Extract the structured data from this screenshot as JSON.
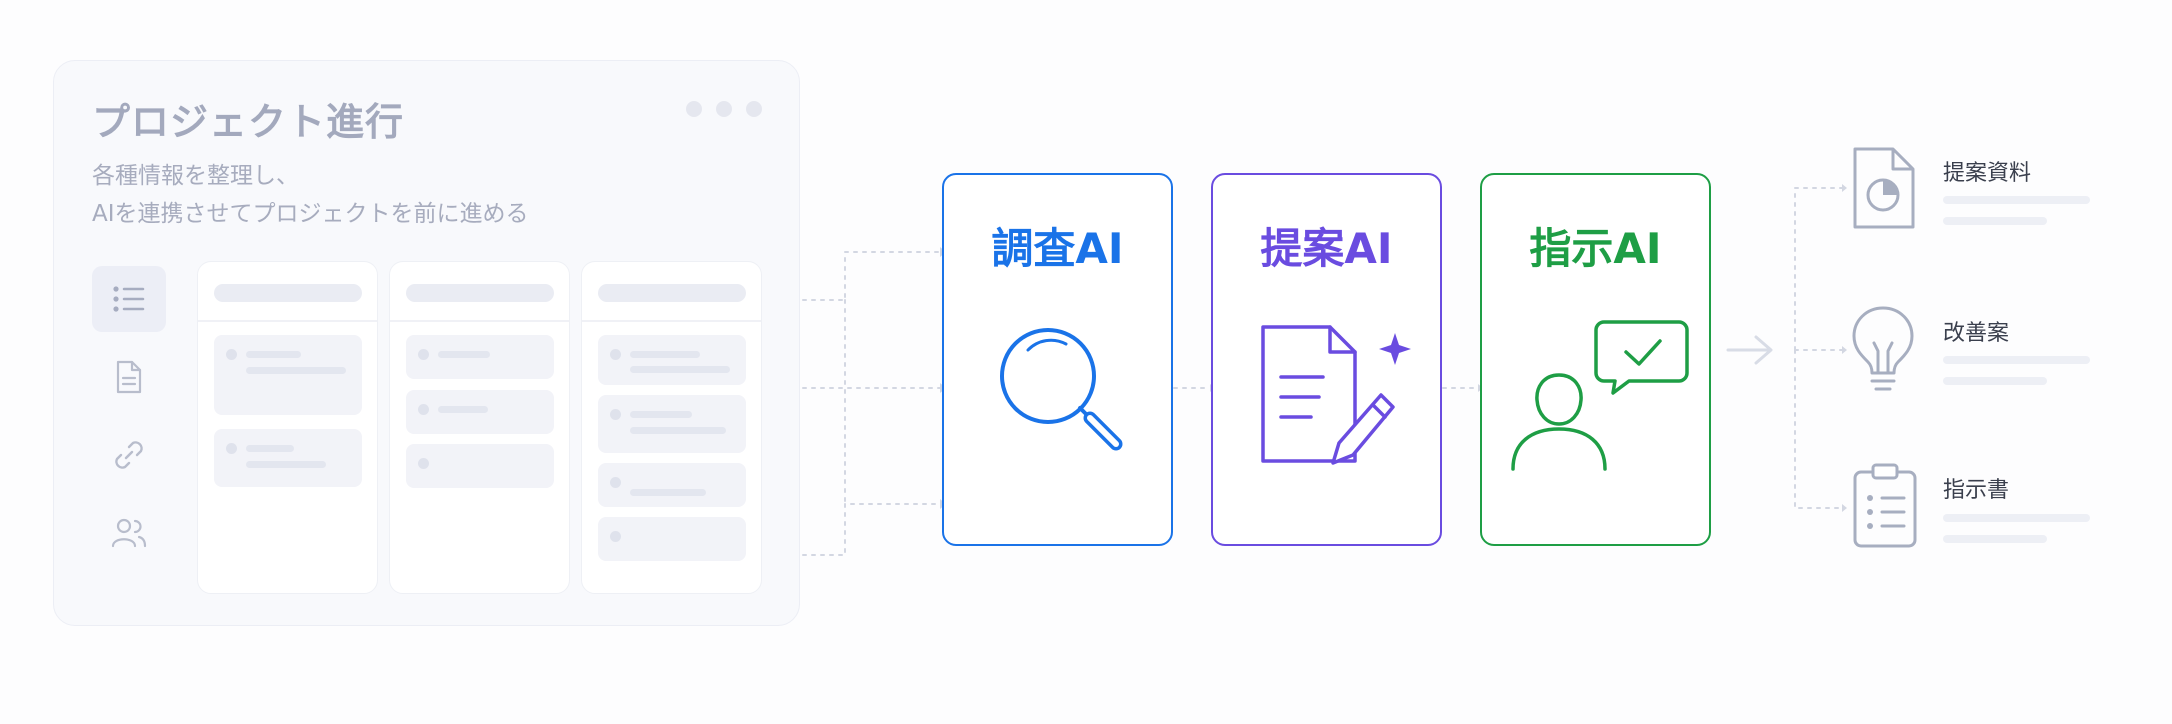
{
  "project": {
    "title": "プロジェクト進行",
    "desc_line1": "各種情報を整理し、",
    "desc_line2": "AIを連携させてプロジェクトを前に進める"
  },
  "sidebar_icons": [
    "list-icon",
    "document-icon",
    "link-icon",
    "users-icon"
  ],
  "ai_agents": [
    {
      "name": "調査AI",
      "color": "#1a73e8",
      "icon": "magnifier-icon"
    },
    {
      "name": "提案AI",
      "color": "#6a4ce0",
      "icon": "document-pencil-icon"
    },
    {
      "name": "指示AI",
      "color": "#1e9e45",
      "icon": "person-check-bubble-icon"
    }
  ],
  "outputs": [
    {
      "label": "提案資料",
      "icon": "report-chart-icon"
    },
    {
      "label": "改善案",
      "icon": "lightbulb-icon"
    },
    {
      "label": "指示書",
      "icon": "clipboard-icon"
    }
  ],
  "colors": {
    "muted": "#a3a9bd",
    "connector": "#d3d7e2",
    "output_icon": "#a7aec0"
  }
}
